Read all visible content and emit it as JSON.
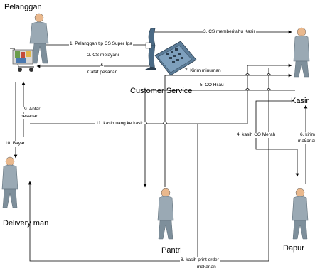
{
  "actors": {
    "pelanggan": "Pelanggan",
    "customer_service": "Customer Service",
    "kasir": "Kasir",
    "dapur": "Dapur",
    "pantri": "Pantri",
    "delivery": "Delivery man"
  },
  "messages": {
    "m1": "1. Pelanggan tlp CS Super Iga",
    "m2a": "2. CS melayani",
    "m2b": "&",
    "m2c": "Catat pesanan",
    "m3": "3. CS memberitahu Kasir",
    "m4": "4. kasih CO Merah",
    "m5": "5. CO Hijau",
    "m6a": "6. kirim",
    "m6b": "makanan",
    "m7": "7. Kirim minuman",
    "m8a": "8. kasih print order",
    "m8b": "makanan",
    "m9a": "9. Antar",
    "m9b": "pesanan",
    "m10": "10. Bayar",
    "m11": "11. kasih uang ke kasir"
  },
  "colors": {
    "line": "#000000",
    "figure": "#9aa9b4",
    "figure_dark": "#5f6f7a",
    "skin": "#e9b88d",
    "cart": "#8a8a8a",
    "phone": "#4a6a85"
  }
}
